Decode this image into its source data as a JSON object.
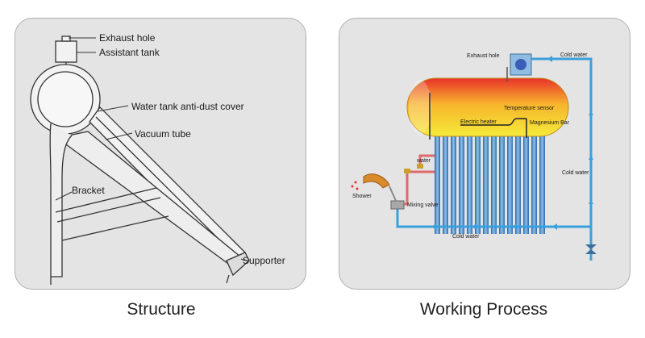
{
  "structure": {
    "caption": "Structure",
    "labels": {
      "exhaust_hole": "Exhaust hole",
      "assistant_tank": "Assistant tank",
      "water_tank_cover": "Water tank anti-dust cover",
      "vacuum_tube": "Vacuum tube",
      "bracket": "Bracket",
      "supporter": "Supporter"
    }
  },
  "working_process": {
    "caption": "Working Process",
    "labels": {
      "exhaust_hole": "Exhaust hole",
      "cold_water_top": "Cold water",
      "temperature_sensor": "Temperature sensor",
      "electric_heater": "Electric heater",
      "magnesium_bar": "Magnesium Bar",
      "water": "water",
      "shower": "Shower",
      "mixing_valve": "Mixing valve",
      "cold_water_right": "Cold water",
      "cold_water_bottom": "Cold water"
    },
    "colors": {
      "pipe": "#3aa0dc",
      "tank_hot": "#e8322a",
      "tank_warm": "#f7b52b",
      "tank_cool": "#f5ea3a",
      "tube": "#3d7fbf",
      "hot_pipe": "#e06a6a"
    }
  }
}
